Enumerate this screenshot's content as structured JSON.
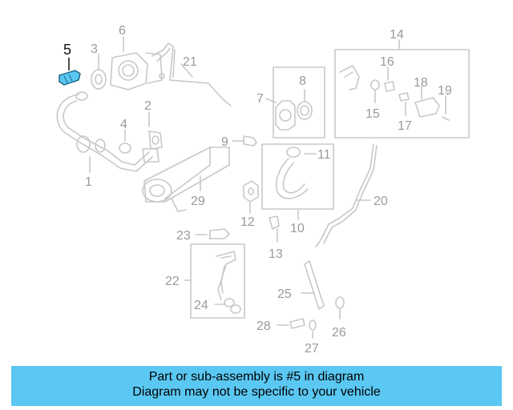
{
  "callouts": {
    "n1": "1",
    "n2": "2",
    "n3": "3",
    "n4": "4",
    "n5": "5",
    "n6": "6",
    "n7": "7",
    "n8": "8",
    "n9": "9",
    "n10": "10",
    "n11": "11",
    "n12": "12",
    "n13": "13",
    "n14": "14",
    "n15": "15",
    "n16": "16",
    "n17": "17",
    "n18": "18",
    "n19": "19",
    "n20": "20",
    "n21": "21",
    "n22": "22",
    "n23": "23",
    "n24": "24",
    "n25": "25",
    "n26": "26",
    "n27": "27",
    "n28": "28",
    "n29": "29"
  },
  "highlight": {
    "part_number": "5",
    "color": "#5ac8f2"
  },
  "caption": {
    "line1": "Part or sub-assembly is #5 in diagram",
    "line2": "Diagram may not be specific to your vehicle"
  }
}
